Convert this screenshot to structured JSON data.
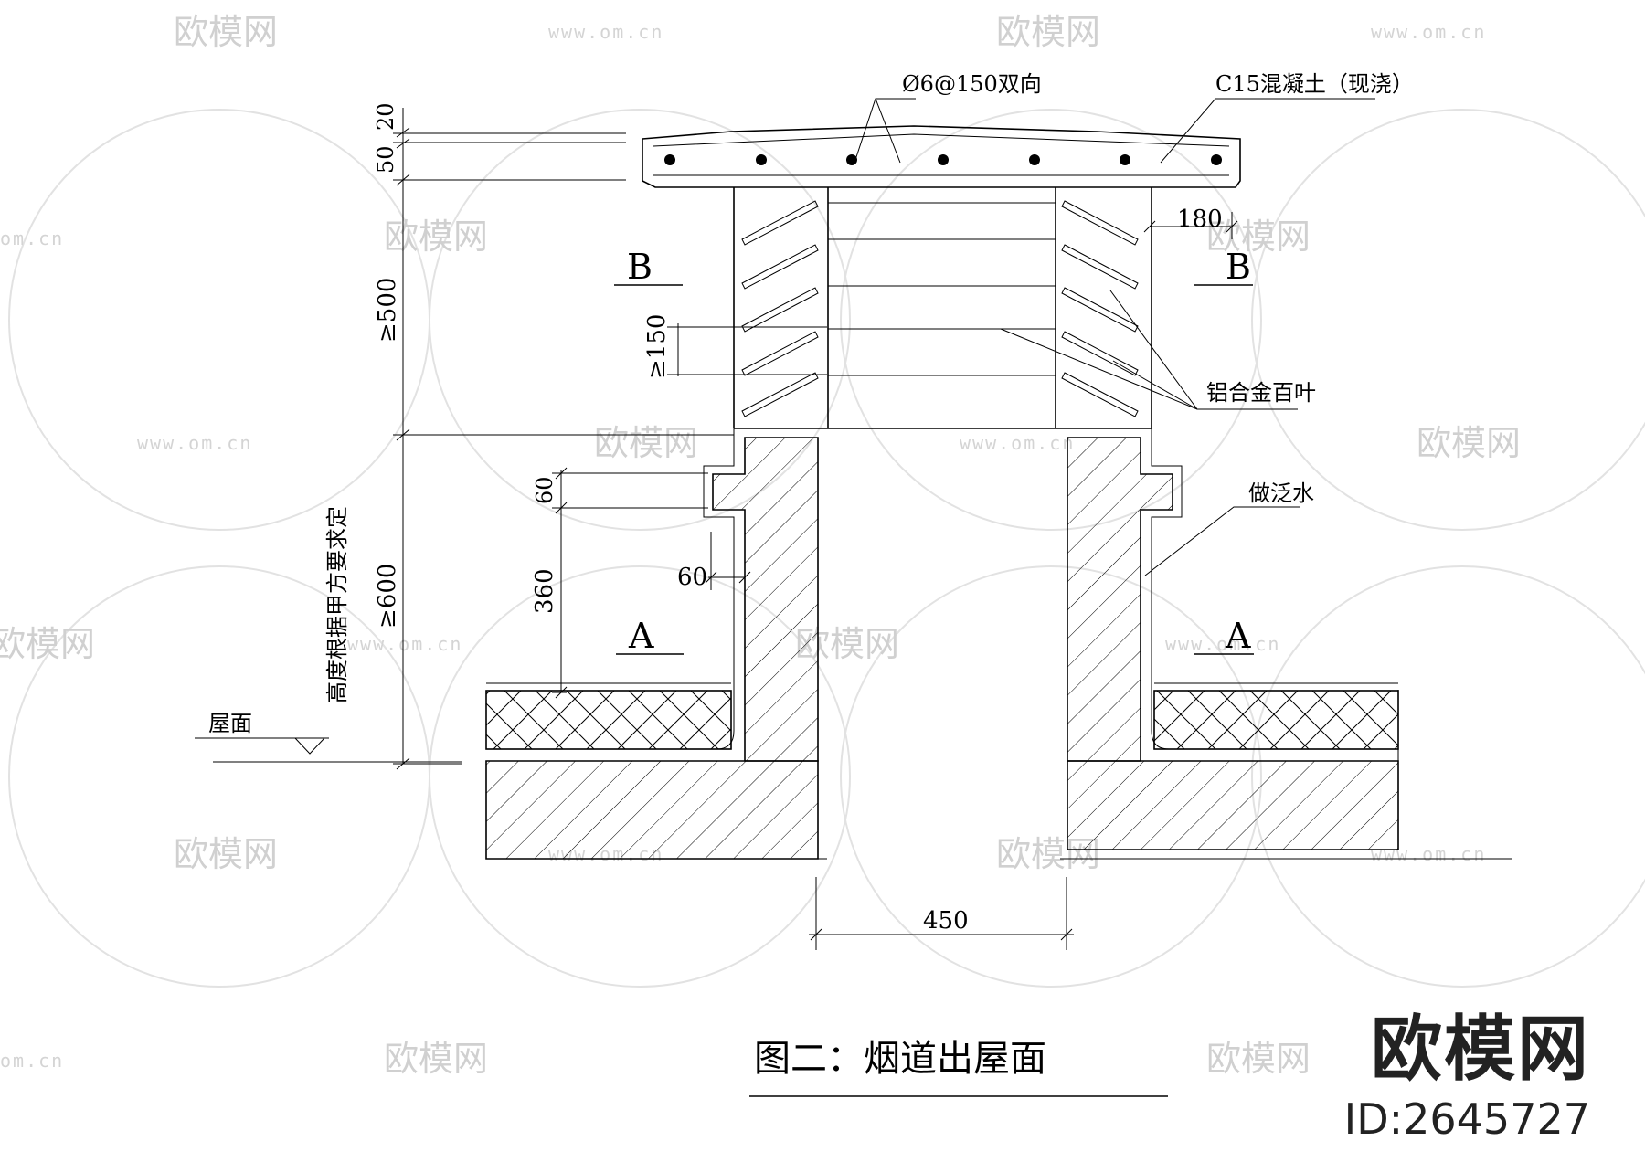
{
  "annotations": {
    "rebar": "Ø6@150双向",
    "concrete": "C15混凝土（现浇）",
    "louver": "铝合金百叶",
    "flashing": "做泛水",
    "height_note": "高度根据甲方要求定",
    "roof": "屋面"
  },
  "dimensions": {
    "d20": "20",
    "d50": "50",
    "d500": "≥500",
    "d150": "≥150",
    "d180": "180",
    "d60a": "60",
    "d60b": "60",
    "d360": "360",
    "d600": "≥600",
    "d450": "450"
  },
  "sections": {
    "b_left": "B",
    "b_right": "B",
    "a_left": "A",
    "a_right": "A"
  },
  "title": "图二：烟道出屋面",
  "watermark": {
    "brand": "欧模网",
    "url": "www.om.cn",
    "url_short": "om.cn"
  },
  "logo": {
    "name": "欧模网",
    "id": "ID:2645727"
  }
}
